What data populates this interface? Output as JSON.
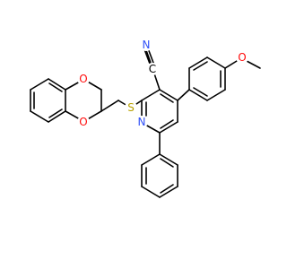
{
  "colors": {
    "bond": "#000000",
    "oxygen": "#ff0d0d",
    "nitrogen": "#3050f8",
    "sulfur": "#b8a000",
    "background": "#ffffff"
  },
  "atoms": {
    "o_benzo_top": "O",
    "o_benzo_bottom": "O",
    "s_thioether": "S",
    "n_pyridine": "N",
    "n_nitrile": "N",
    "c_nitrile": "C",
    "o_methoxy": "O"
  }
}
